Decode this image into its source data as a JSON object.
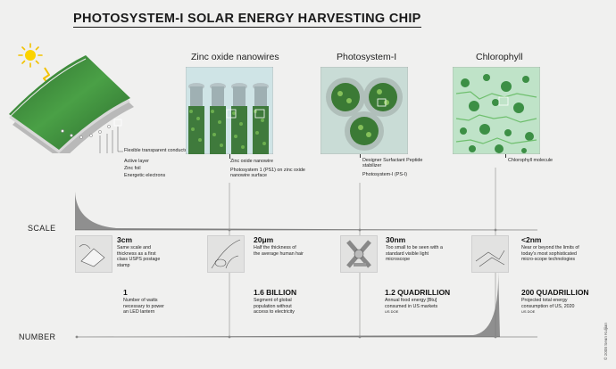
{
  "title": "PHOTOSYSTEM-I SOLAR ENERGY HARVESTING CHIP",
  "panels": [
    {
      "label": "Zinc oxide nanowires"
    },
    {
      "label": "Photosystem-I"
    },
    {
      "label": "Chlorophyll"
    }
  ],
  "callouts": {
    "chip": [
      "Flexible transparent conductor",
      "Active layer",
      "Zinc foil",
      "Energetic electrons"
    ],
    "nanowires": [
      "Zinc oxide nanowire",
      "Photosystem 1 (PS1) on zinc oxide nanowire surface"
    ],
    "ps1": [
      "Designer Surfactant Peptide stabilizer",
      "Photosystem-I (PS-I)"
    ],
    "chlorophyll": [
      "Chlorophyll molecule"
    ]
  },
  "rows": {
    "scale": "SCALE",
    "number": "NUMBER"
  },
  "scale_items": [
    {
      "value": "3cm",
      "desc": "Same scale and thickness as a first class USPS postage stamp"
    },
    {
      "value": "20μm",
      "desc": "Half the thickness of the average human hair"
    },
    {
      "value": "30nm",
      "desc": "Too small to be seen with a standard visible light microscope"
    },
    {
      "value": "<2nm",
      "desc": "Near or beyond the limits of today's most sophisticated micro-scope technologies"
    }
  ],
  "number_items": [
    {
      "value": "1",
      "desc": "Number of watts necessary to power an LED lantern",
      "source": ""
    },
    {
      "value": "1.6 BILLION",
      "desc": "Segment of global population without access to electricity",
      "source": ""
    },
    {
      "value": "1.2 QUADRILLION",
      "desc": "Annual food energy [Btu] consumed in US markets",
      "source": "US DOE"
    },
    {
      "value": "200 QUADRILLION",
      "desc": "Projected total energy consumption of US, 2020",
      "source": "US DOE"
    }
  ],
  "credit": "© 2008 Sean Kuljian",
  "colors": {
    "background": "#f0f0ef",
    "chip_green": "#3c8a3a",
    "gray_wedge": "#8f8f8f"
  },
  "icons": [
    "sun-icon",
    "light-ray-icon",
    "postage-stamp-icon",
    "human-hair-icon",
    "microscope-icon",
    "molecule-sketch-icon"
  ]
}
